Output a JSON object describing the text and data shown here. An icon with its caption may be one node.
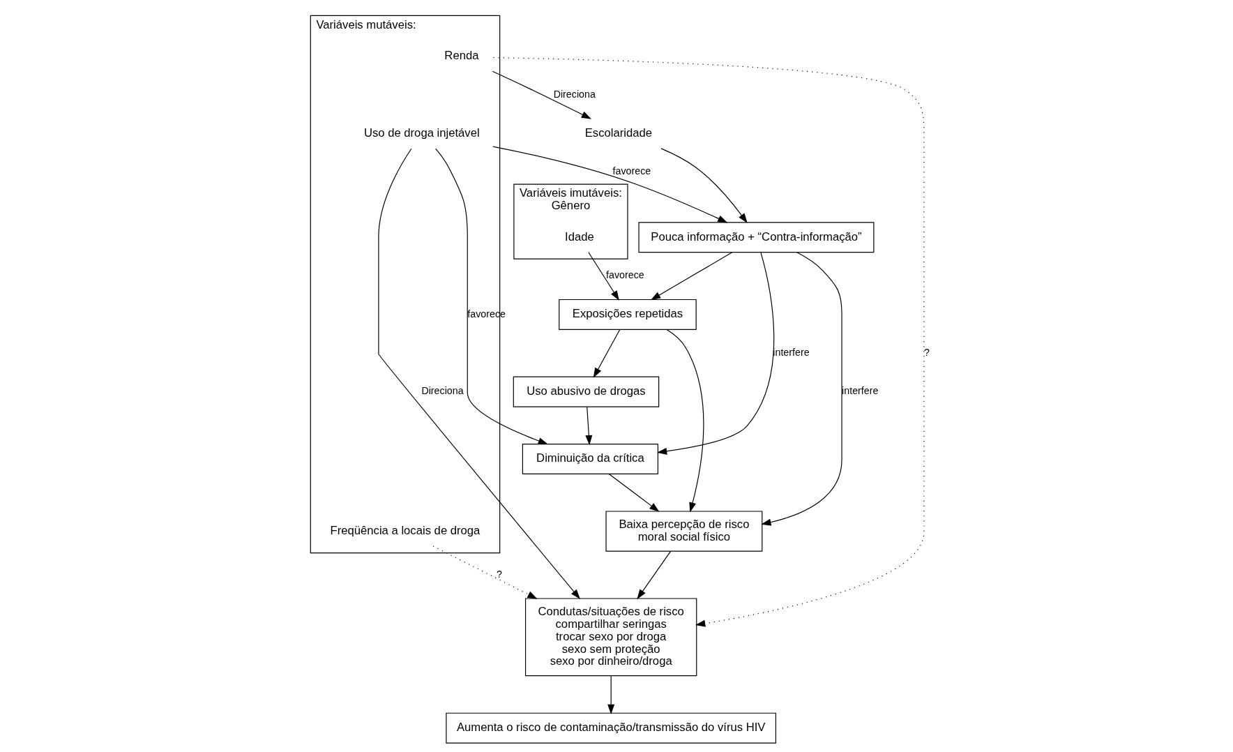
{
  "diagram": {
    "nodes": [
      {
        "text": [
          "Pouca informação + “Contra-informação”"
        ]
      },
      {
        "text": [
          "Uso abusivo de drogas"
        ]
      },
      {
        "text": [
          "Diminuição da crítica"
        ]
      },
      {
        "text": [
          "Variáveis imutáveis:",
          "Gênero"
        ]
      },
      {
        "text": [
          "Idade"
        ],
        "in": 3
      },
      {
        "text": [
          "Exposições repetidas"
        ]
      },
      {
        "text": [
          "Baixa percepção de risco",
          "moral social físico"
        ]
      },
      {
        "text": [
          "Condutas/situações de risco",
          "compartilhar seringas",
          "trocar sexo por droga",
          "sexo sem proteção",
          "sexo por dinheiro/droga"
        ]
      },
      {
        "text": [
          "Aumenta o risco de contaminação/transmissão do vírus HIV"
        ]
      },
      {
        "text": [
          "Variáveis mutáveis:"
        ]
      },
      {
        "text": [
          "Uso de droga injetável"
        ],
        "in": 9
      },
      {
        "text": [
          "Renda"
        ],
        "in": 9
      },
      {
        "text": [
          "Freqüência a locais de droga"
        ],
        "in": 9
      },
      {
        "text": [
          "Escolaridade"
        ]
      }
    ],
    "edges": [
      {
        "from": 0,
        "to": 2,
        "arrow": "to",
        "label": "interfere"
      },
      {
        "from": 0,
        "to": 6,
        "arrow": "to",
        "label": "interfere"
      },
      {
        "from": 0,
        "to": 5,
        "arrow": "to"
      },
      {
        "from": 4,
        "to": 5,
        "arrow": "to",
        "label": "favorece"
      },
      {
        "from": 5,
        "to": 1,
        "arrow": "to"
      },
      {
        "from": 5,
        "to": 6,
        "arrow": "to"
      },
      {
        "from": 1,
        "to": 2,
        "arrow": "to"
      },
      {
        "from": 2,
        "to": 6,
        "arrow": "to"
      },
      {
        "from": 6,
        "to": 7,
        "arrow": "to"
      },
      {
        "from": 7,
        "to": 8,
        "arrow": "to"
      },
      {
        "from": 10,
        "to": 0,
        "arrow": "to",
        "label": "favorece"
      },
      {
        "from": 11,
        "to": 13,
        "arrow": "to",
        "label": "Direciona"
      },
      {
        "from": 13,
        "to": 0,
        "arrow": "to"
      },
      {
        "from": 10,
        "to": 2,
        "arrow": "to",
        "label": "favorece"
      },
      {
        "from": 10,
        "to": 7,
        "arrow": "to",
        "label": "Direciona"
      },
      {
        "from": 11,
        "to": 7,
        "arrow": "to",
        "label": "?",
        "style": "dashed"
      },
      {
        "from": 12,
        "to": 7,
        "arrow": "to",
        "label": "?",
        "style": "dashed"
      }
    ]
  }
}
